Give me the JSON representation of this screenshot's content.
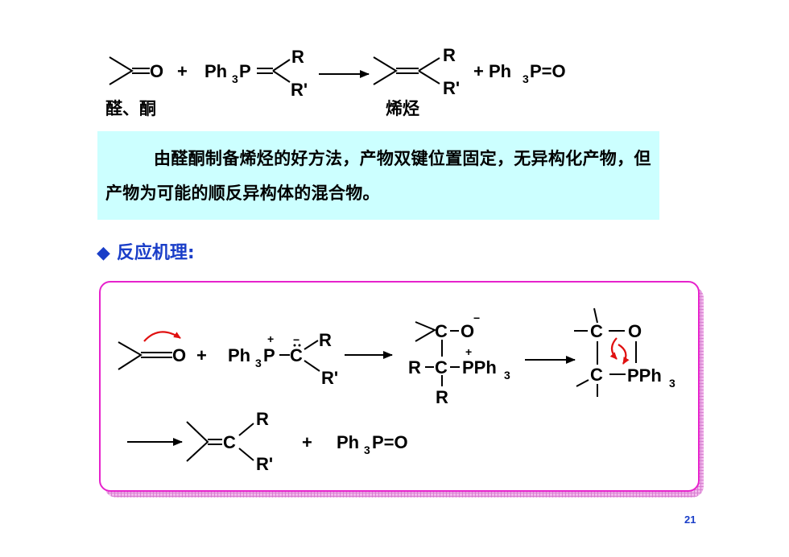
{
  "top_reaction": {
    "reactant_O": "O",
    "plus1": "+",
    "ylide_ph3p": "Ph",
    "ylide_sub3": "3",
    "ylide_p": "P",
    "sub_R": "R",
    "sub_Rprime": "R'",
    "product_R": "R",
    "product_Rprime": "R'",
    "byproduct": "+ Ph",
    "byproduct_sub3": "3",
    "byproduct_tail": "P=O",
    "label_reactant": "醛、酮",
    "label_product": "烯烃"
  },
  "highlight_text": "由醛酮制备烯烃的好方法，产物双键位置固定，无异构化产物，但产物为可能的顺反异构体的混合物。",
  "mechanism_heading": "反应机理:",
  "mechanism": {
    "step1_O": "O",
    "step1_plus": "+",
    "ylide_ph": "Ph",
    "ylide_sub3": "3",
    "ylide_P": "P",
    "ylide_C": "C",
    "ylide_R": "R",
    "ylide_Rprime": "R'",
    "charge_plus": "+",
    "charge_minus": "−",
    "betaine_C_top": "C",
    "betaine_O": "O",
    "betaine_R_left": "R",
    "betaine_C_mid": "C",
    "betaine_PPh": "PPh",
    "betaine_sub3": "3",
    "betaine_R_bottom": "R",
    "ox_C_top": "C",
    "ox_O": "O",
    "ox_C_bottom": "C",
    "ox_PPh": "PPh",
    "ox_sub3": "3",
    "final_C": "C",
    "final_R": "R",
    "final_Rprime": "R'",
    "final_plus": "+",
    "final_byproduct": "Ph",
    "final_sub3": "3",
    "final_tail": "P=O"
  },
  "page_number": "21",
  "colors": {
    "highlight_bg": "#ccffff",
    "heading_blue": "#1a3ec8",
    "box_border": "#e622cc",
    "arrow_red": "#e01010"
  }
}
